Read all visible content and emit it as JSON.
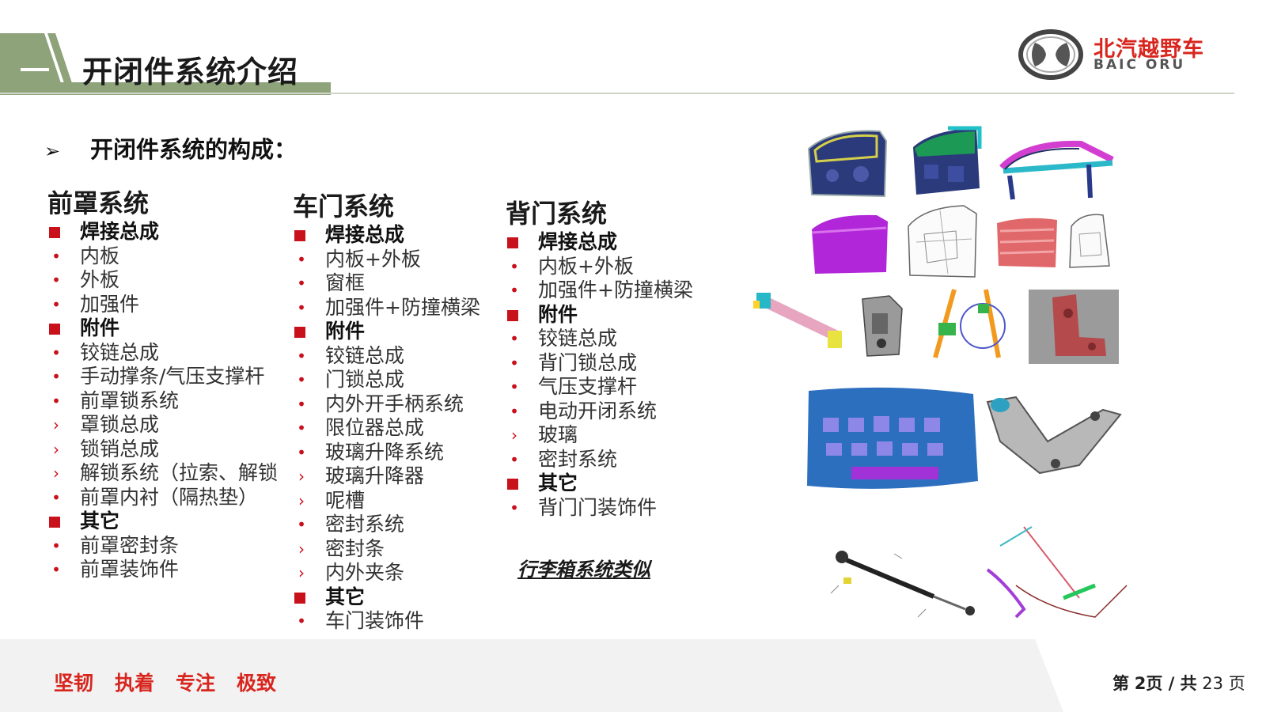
{
  "header": {
    "title": "开闭件系统介绍",
    "dash": "—",
    "accent_color": "#8ea37a"
  },
  "logo": {
    "cn": "北汽越野车",
    "en": "BAIC ORU",
    "brand_color": "#d8261f"
  },
  "section": {
    "arrow": "➢",
    "heading": "开闭件系统的构成："
  },
  "columns": [
    {
      "title": "前罩系统",
      "items": [
        {
          "kind": "sq",
          "text": "焊接总成"
        },
        {
          "kind": "dot",
          "text": "内板"
        },
        {
          "kind": "dot",
          "text": "外板"
        },
        {
          "kind": "dot",
          "text": "加强件"
        },
        {
          "kind": "sq",
          "text": "附件"
        },
        {
          "kind": "dot",
          "text": "铰链总成"
        },
        {
          "kind": "dot",
          "text": "手动撑条/气压支撑杆"
        },
        {
          "kind": "dot",
          "text": "前罩锁系统"
        },
        {
          "kind": "chev",
          "text": "罩锁总成"
        },
        {
          "kind": "chev",
          "text": "锁销总成"
        },
        {
          "kind": "chev",
          "text": "解锁系统（拉索、解锁"
        },
        {
          "kind": "dot",
          "text": "前罩内衬（隔热垫）"
        },
        {
          "kind": "sq",
          "text": "其它"
        },
        {
          "kind": "dot",
          "text": "前罩密封条"
        },
        {
          "kind": "dot",
          "text": "前罩装饰件"
        }
      ]
    },
    {
      "title": "车门系统",
      "items": [
        {
          "kind": "sq",
          "text": "焊接总成"
        },
        {
          "kind": "dot",
          "text": "内板+外板"
        },
        {
          "kind": "dot",
          "text": "窗框"
        },
        {
          "kind": "dot",
          "text": "加强件+防撞横梁"
        },
        {
          "kind": "sq",
          "text": "附件"
        },
        {
          "kind": "dot",
          "text": "铰链总成"
        },
        {
          "kind": "dot",
          "text": "门锁总成"
        },
        {
          "kind": "dot",
          "text": "内外开手柄系统"
        },
        {
          "kind": "dot",
          "text": "限位器总成"
        },
        {
          "kind": "dot",
          "text": "玻璃升降系统"
        },
        {
          "kind": "chev",
          "text": "玻璃升降器"
        },
        {
          "kind": "chev",
          "text": "呢槽"
        },
        {
          "kind": "dot",
          "text": "密封系统"
        },
        {
          "kind": "chev",
          "text": "密封条"
        },
        {
          "kind": "chev",
          "text": "内外夹条"
        },
        {
          "kind": "sq",
          "text": "其它"
        },
        {
          "kind": "dot",
          "text": "车门装饰件"
        }
      ]
    },
    {
      "title": "背门系统",
      "items": [
        {
          "kind": "sq",
          "text": "焊接总成"
        },
        {
          "kind": "dot",
          "text": "内板+外板"
        },
        {
          "kind": "dot",
          "text": "加强件+防撞横梁"
        },
        {
          "kind": "sq",
          "text": "附件"
        },
        {
          "kind": "dot",
          "text": "铰链总成"
        },
        {
          "kind": "dot",
          "text": "背门锁总成"
        },
        {
          "kind": "dot",
          "text": "气压支撑杆"
        },
        {
          "kind": "dot",
          "text": "电动开闭系统"
        },
        {
          "kind": "chev",
          "text": "玻璃"
        },
        {
          "kind": "dot",
          "text": "密封系统"
        },
        {
          "kind": "sq",
          "text": "其它"
        },
        {
          "kind": "dot",
          "text": "背门门装饰件"
        }
      ]
    }
  ],
  "note": "行李箱系统类似",
  "footer": {
    "slogans": [
      "坚韧",
      "执着",
      "专注",
      "极致"
    ],
    "page_prefix": "第",
    "page_current": "2",
    "page_mid": "页 / 共",
    "page_total": "23",
    "page_suffix": "页"
  }
}
